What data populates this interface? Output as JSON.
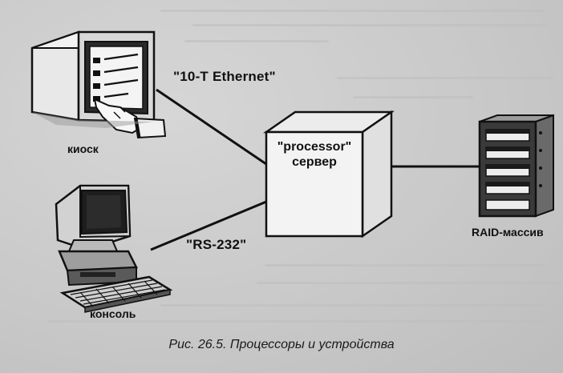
{
  "figure": {
    "caption": "Рис. 26.5. Процессоры и устройства",
    "connections": {
      "kiosk_link": "\"10-T Ethernet\"",
      "console_link": "\"RS-232\""
    },
    "devices": {
      "kiosk": "киоск",
      "console": "консоль",
      "raid": "RAID-массив"
    },
    "server": {
      "line1": "\"processor\"",
      "line2": "сервер"
    }
  }
}
